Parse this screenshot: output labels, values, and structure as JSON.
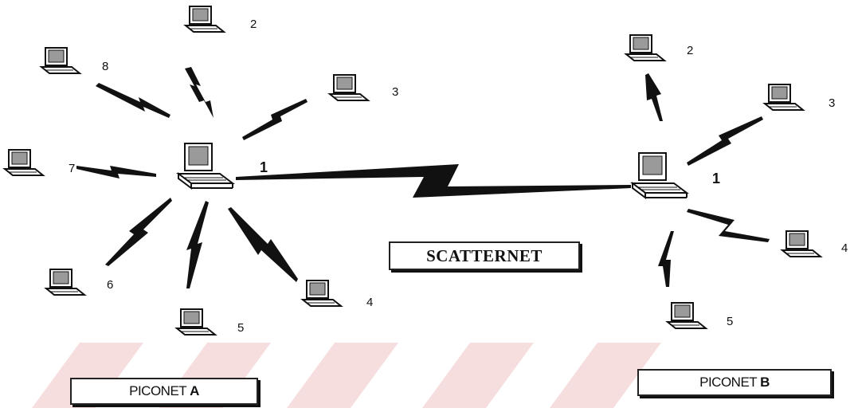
{
  "scatternet_label": "SCATTERNET",
  "piconet_a": {
    "label_prefix": "PICONET ",
    "label_letter": "A",
    "master": "1",
    "slaves": [
      "2",
      "3",
      "4",
      "5",
      "6",
      "7",
      "8"
    ]
  },
  "piconet_b": {
    "label_prefix": "PICONET ",
    "label_letter": "B",
    "master": "1",
    "slaves": [
      "2",
      "3",
      "4",
      "5"
    ]
  },
  "colors": {
    "ink": "#111111",
    "screen": "#9a9a9a",
    "watermark": "#f7dede"
  }
}
